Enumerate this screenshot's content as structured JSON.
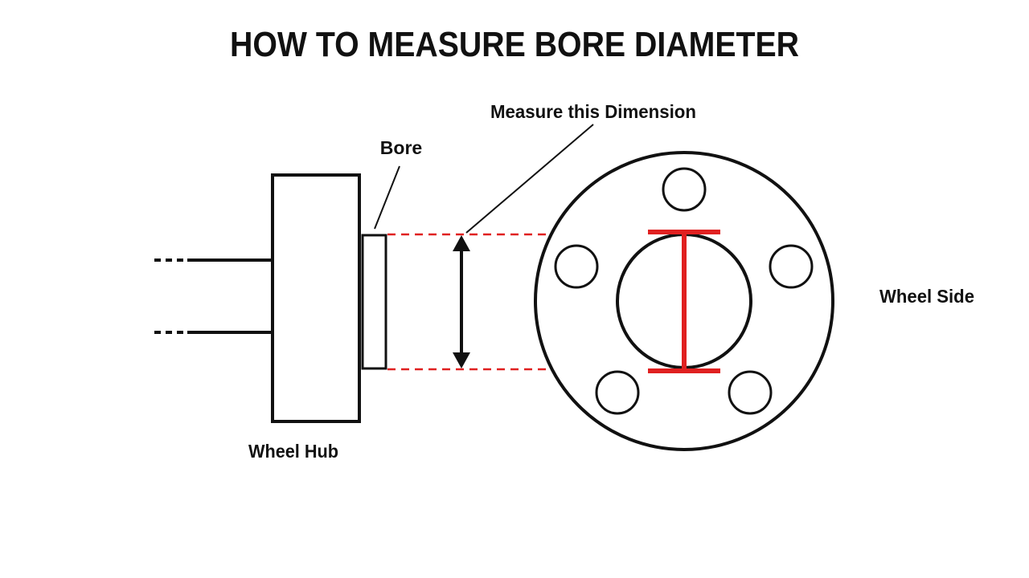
{
  "title": "HOW TO MEASURE BORE DIAMETER",
  "labels": {
    "measure": "Measure this Dimension",
    "bore": "Bore",
    "wheel_hub": "Wheel Hub",
    "wheel_side": "Wheel Side"
  },
  "colors": {
    "ink": "#111111",
    "accent": "#e02020",
    "background": "#ffffff"
  }
}
